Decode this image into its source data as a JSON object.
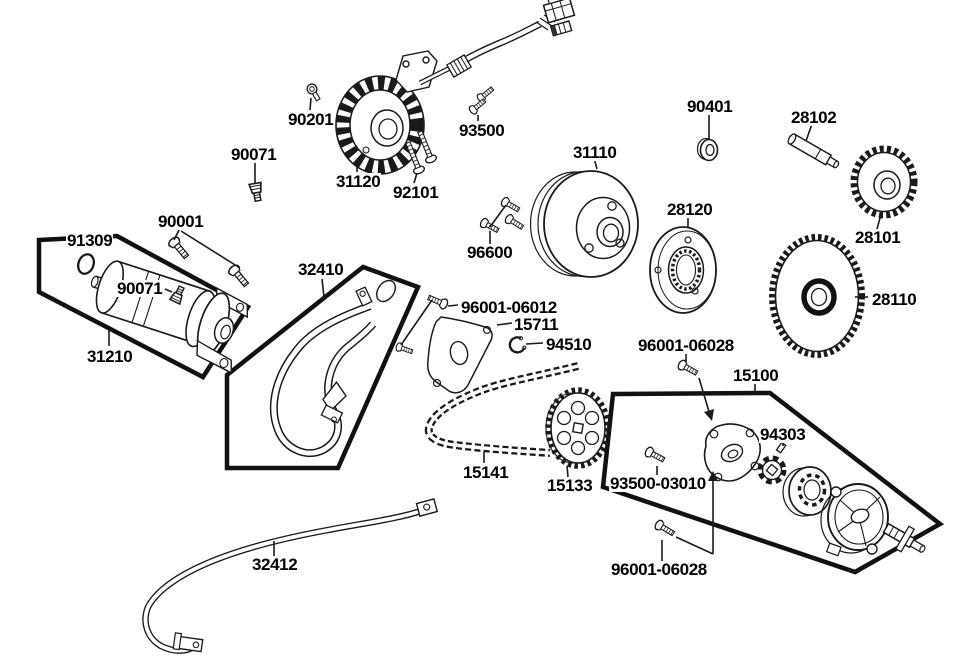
{
  "meta": {
    "type": "exploded-parts-diagram",
    "background_color": "#ffffff",
    "line_color": "#1a1a1a",
    "label_color": "#000000"
  },
  "labels": [
    {
      "id": "90201",
      "text": "90201"
    },
    {
      "id": "90071-stator",
      "text": "90071"
    },
    {
      "id": "31120",
      "text": "31120"
    },
    {
      "id": "92101",
      "text": "92101"
    },
    {
      "id": "93500",
      "text": "93500"
    },
    {
      "id": "90401",
      "text": "90401"
    },
    {
      "id": "28102",
      "text": "28102"
    },
    {
      "id": "31110",
      "text": "31110"
    },
    {
      "id": "28120",
      "text": "28120"
    },
    {
      "id": "28101",
      "text": "28101"
    },
    {
      "id": "28110",
      "text": "28110"
    },
    {
      "id": "90001",
      "text": "90001"
    },
    {
      "id": "91309",
      "text": "91309"
    },
    {
      "id": "90071-starter",
      "text": "90071"
    },
    {
      "id": "31210",
      "text": "31210"
    },
    {
      "id": "32410",
      "text": "32410"
    },
    {
      "id": "96001-06012",
      "text": "96001-06012"
    },
    {
      "id": "15711",
      "text": "15711"
    },
    {
      "id": "94510",
      "text": "94510"
    },
    {
      "id": "15141",
      "text": "15141"
    },
    {
      "id": "15133",
      "text": "15133"
    },
    {
      "id": "93500-03010",
      "text": "93500-03010"
    },
    {
      "id": "96001-06028-top",
      "text": "96001-06028"
    },
    {
      "id": "15100",
      "text": "15100"
    },
    {
      "id": "94303",
      "text": "94303"
    },
    {
      "id": "96001-06028-bottom",
      "text": "96001-06028"
    },
    {
      "id": "96600",
      "text": "96600"
    },
    {
      "id": "32412",
      "text": "32412"
    }
  ]
}
